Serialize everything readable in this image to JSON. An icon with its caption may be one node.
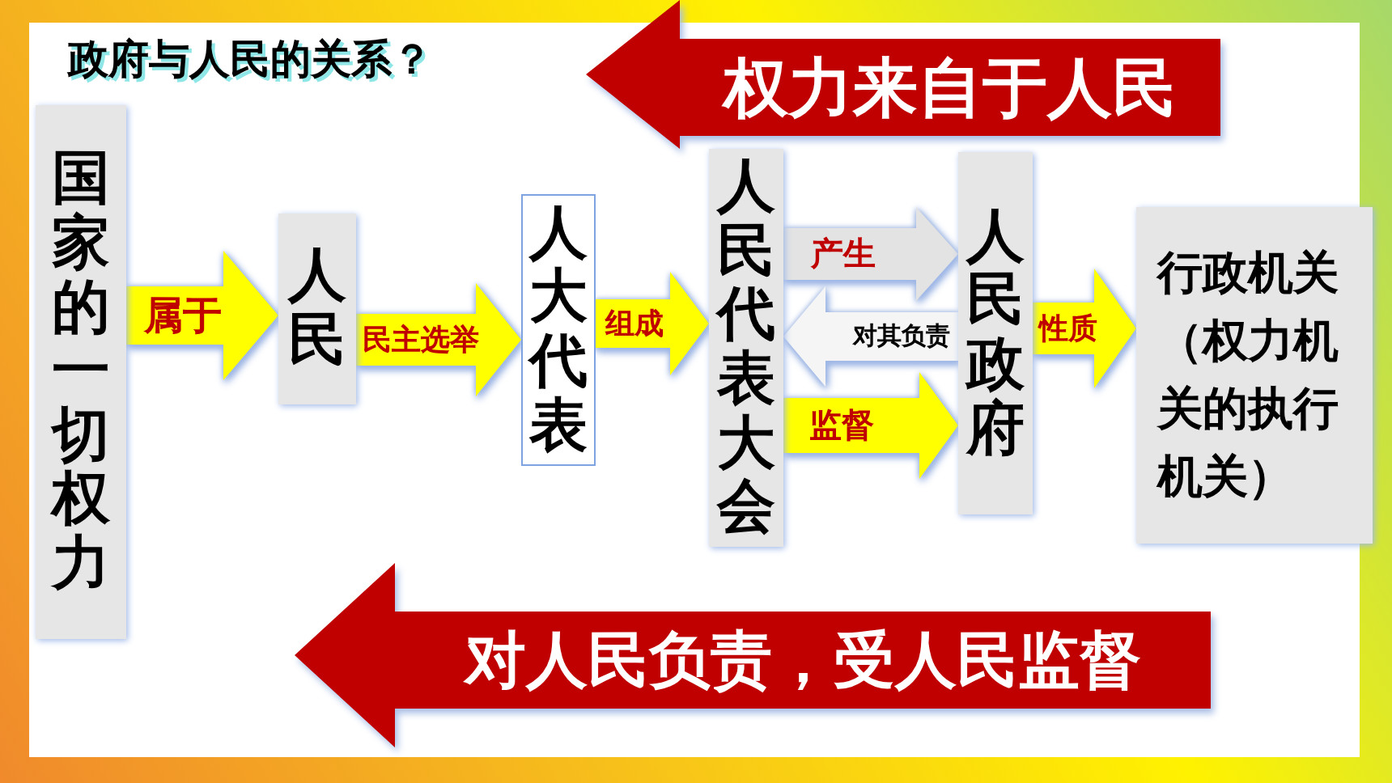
{
  "diagram": {
    "title": "政府与人民的关系？",
    "nodes": [
      {
        "text": [
          "国家的一切权力"
        ]
      },
      {
        "text": [
          "人民"
        ]
      },
      {
        "text": [
          "人大代表"
        ]
      },
      {
        "text": [
          "人民代表大会"
        ]
      },
      {
        "text": [
          "人民政府"
        ]
      },
      {
        "text": [
          "行政机关（权力机关的执行机关）"
        ]
      },
      {
        "text": [
          "权力来自于人民"
        ]
      },
      {
        "text": [
          "对人民负责，受人民监督"
        ]
      }
    ],
    "edges": [
      {
        "from": 0,
        "to": 1,
        "arrow": "to",
        "label": "属于"
      },
      {
        "from": 1,
        "to": 2,
        "arrow": "to",
        "label": "民主选举"
      },
      {
        "from": 2,
        "to": 3,
        "arrow": "to",
        "label": "组成"
      },
      {
        "from": 3,
        "to": 4,
        "arrow": "to",
        "label": "产生",
        "color": "#e3e3e3"
      },
      {
        "from": 4,
        "to": 3,
        "arrow": "to",
        "label": "对其负责",
        "color": "#f5f5f5"
      },
      {
        "from": 3,
        "to": 4,
        "arrow": "to",
        "label": "监督"
      },
      {
        "from": 4,
        "to": 5,
        "arrow": "to",
        "label": "性质"
      }
    ]
  }
}
